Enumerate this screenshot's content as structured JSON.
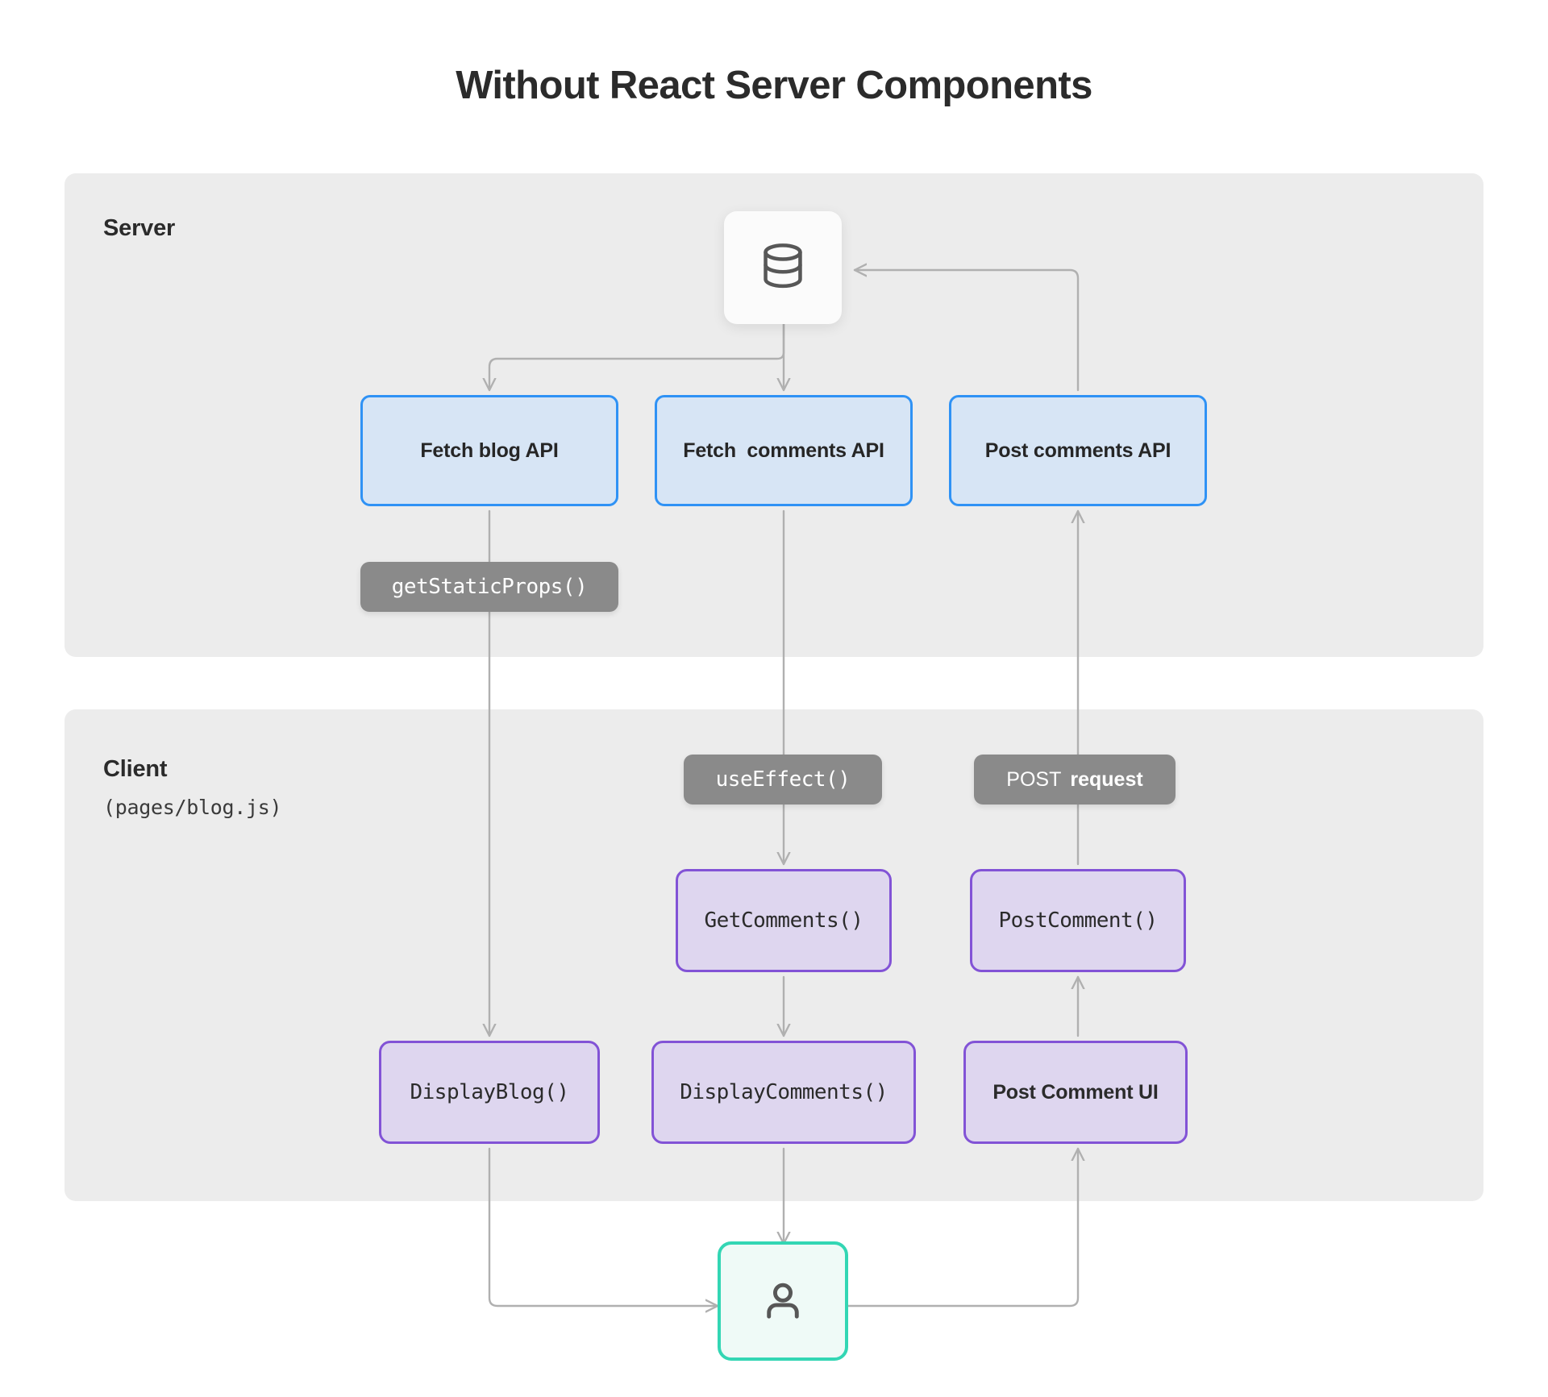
{
  "title": "Without React Server Components",
  "colors": {
    "page_bg": "#ffffff",
    "zone_bg": "#ececec",
    "api_fill": "#d7e5f5",
    "api_border": "#2f92f5",
    "component_fill": "#ded6ef",
    "component_border": "#8253d6",
    "pill_bg": "#8a8a8a",
    "pill_text": "#ffffff",
    "user_border": "#33d6b4",
    "user_fill": "#effaf7",
    "connector": "#b0b0b0",
    "text": "#2b2b2b"
  },
  "zones": {
    "server": {
      "label": "Server"
    },
    "client": {
      "label": "Client",
      "subtitle": "(pages/blog.js)"
    }
  },
  "nodes": {
    "database": {
      "icon": "database-icon"
    },
    "user": {
      "icon": "user-icon"
    },
    "fetch_blog_api": {
      "label": "Fetch blog API"
    },
    "fetch_comments_api": {
      "label": "Fetch  comments API"
    },
    "post_comments_api": {
      "label": "Post comments API"
    },
    "get_comments": {
      "label": "GetComments()"
    },
    "post_comment": {
      "label": "PostComment()"
    },
    "display_blog": {
      "label": "DisplayBlog()"
    },
    "display_comments": {
      "label": "DisplayComments()"
    },
    "post_comment_ui": {
      "label": "Post Comment UI"
    }
  },
  "pills": {
    "get_static_props": {
      "label": "getStaticProps()"
    },
    "use_effect": {
      "label": "useEffect()"
    },
    "post_request": {
      "label_plain": "POST",
      "label_bold": "request"
    }
  },
  "connections": [
    {
      "from": "database",
      "to": "fetch_blog_api",
      "style": "elbow-left"
    },
    {
      "from": "database",
      "to": "fetch_comments_api",
      "style": "straight-down"
    },
    {
      "from": "post_comments_api",
      "to": "database",
      "style": "elbow-right-up"
    },
    {
      "from": "fetch_blog_api",
      "to": "display_blog",
      "style": "straight-down",
      "label": "getStaticProps()"
    },
    {
      "from": "fetch_comments_api",
      "to": "get_comments",
      "style": "straight-down",
      "label": "useEffect()"
    },
    {
      "from": "get_comments",
      "to": "display_comments",
      "style": "straight-down"
    },
    {
      "from": "post_comment",
      "to": "post_comments_api",
      "style": "straight-up",
      "label": "POST request"
    },
    {
      "from": "post_comment_ui",
      "to": "post_comment",
      "style": "straight-up"
    },
    {
      "from": "display_blog",
      "to": "user",
      "style": "elbow-down-right"
    },
    {
      "from": "display_comments",
      "to": "user",
      "style": "straight-down"
    },
    {
      "from": "user",
      "to": "post_comment_ui",
      "style": "elbow-right-up"
    }
  ]
}
